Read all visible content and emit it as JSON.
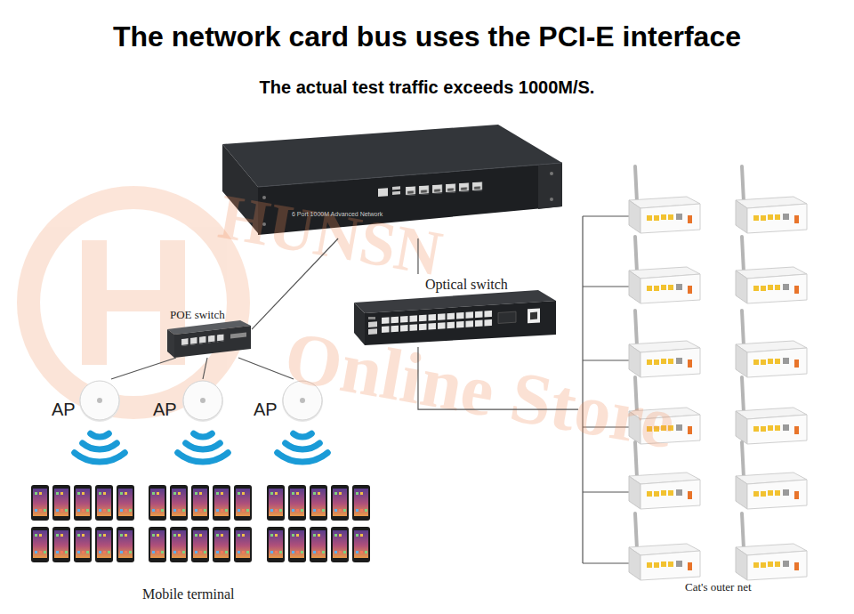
{
  "diagram": {
    "title": "The network card bus uses the PCI-E interface",
    "nodes": [
      {
        "text": [
          "6 Port 1000M Advanced Network"
        ]
      },
      {
        "text": [
          "Optical switch"
        ]
      },
      {
        "text": [
          "POE switch"
        ]
      },
      {
        "text": [
          "AP"
        ]
      },
      {
        "text": [
          "AP"
        ]
      },
      {
        "text": [
          "AP"
        ]
      },
      {
        "text": [
          "Mobile terminal"
        ]
      },
      {
        "text": [
          "Cat's outer net"
        ]
      }
    ],
    "edges": [
      {
        "from": 0,
        "to": 2,
        "arrow": "none"
      },
      {
        "from": 0,
        "to": 1,
        "arrow": "none"
      },
      {
        "from": 2,
        "to": 3,
        "arrow": "none"
      },
      {
        "from": 2,
        "to": 4,
        "arrow": "none"
      },
      {
        "from": 2,
        "to": 5,
        "arrow": "none"
      },
      {
        "from": 1,
        "to": 7,
        "arrow": "none"
      }
    ],
    "labels": [
      "The actual test traffic exceeds 1000M/S.",
      "HUNSN",
      "Online Store"
    ]
  }
}
